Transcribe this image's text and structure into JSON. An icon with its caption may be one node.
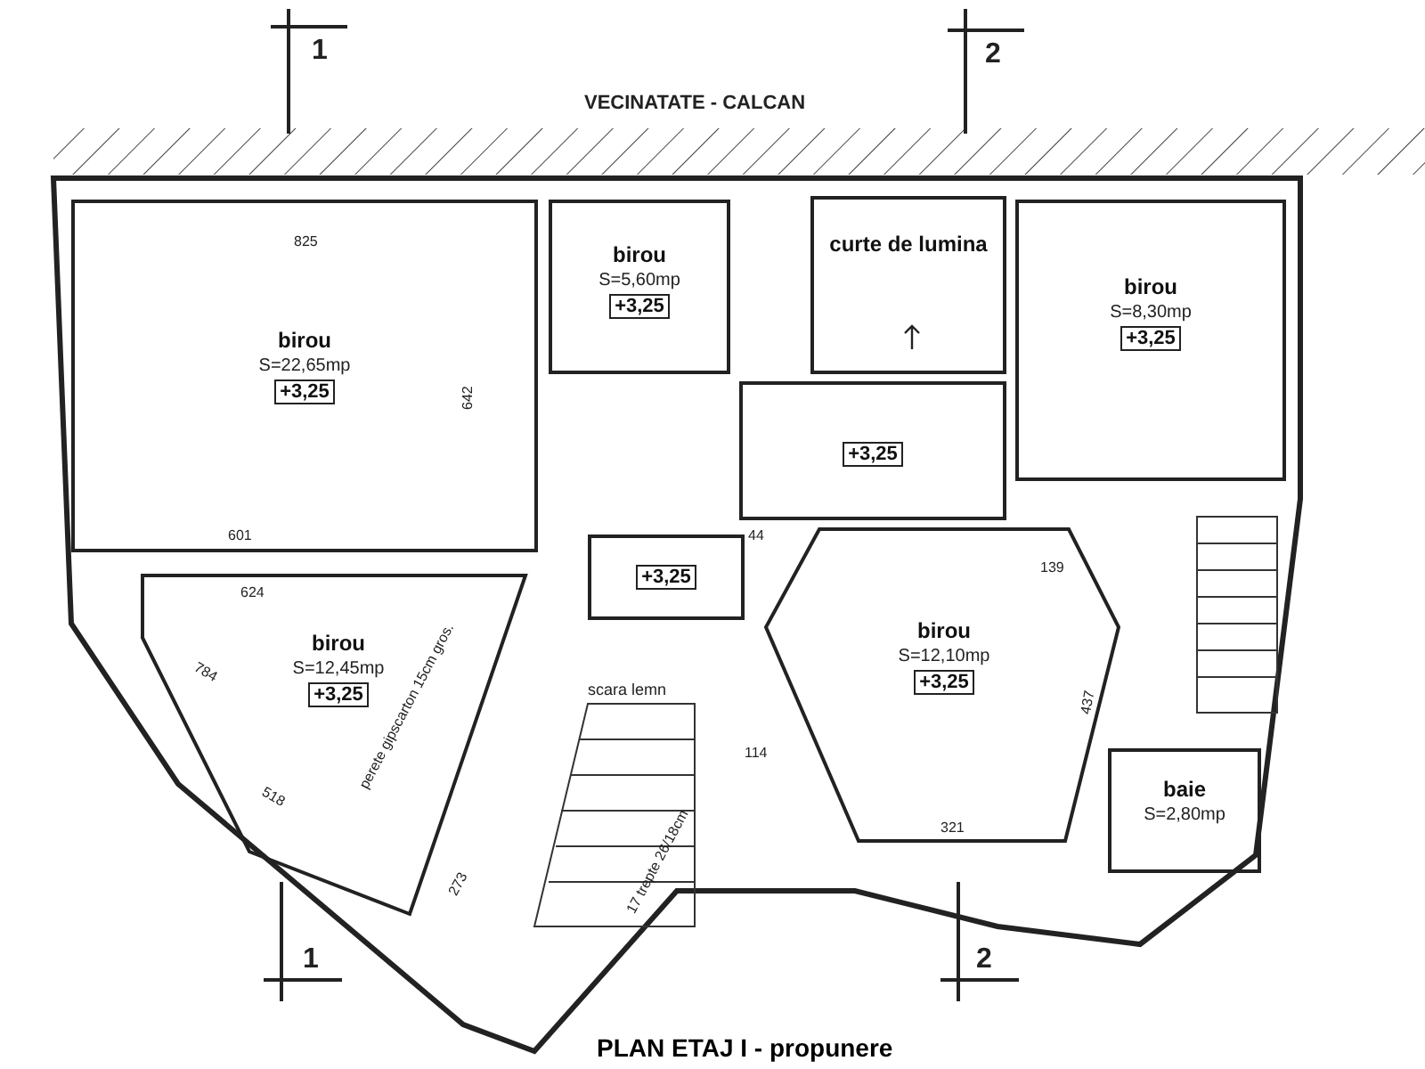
{
  "diagram": {
    "title": "PLAN ETAJ I - propunere",
    "nodes": [
      {
        "text": [
          "birou",
          "S=22,65mp",
          "+3,25"
        ]
      },
      {
        "text": [
          "birou",
          "S=5,60mp",
          "+3,25"
        ]
      },
      {
        "text": [
          "curte de lumina"
        ]
      },
      {
        "text": [
          "birou",
          "S=8,30mp",
          "+3,25"
        ]
      },
      {
        "text": [
          "+3,25"
        ]
      },
      {
        "text": [
          "birou",
          "S=12,45mp",
          "+3,25"
        ]
      },
      {
        "text": [
          "+3,25"
        ]
      },
      {
        "text": [
          "birou",
          "S=12,10mp",
          "+3,25"
        ]
      },
      {
        "text": [
          "baie",
          "S=2,80mp"
        ]
      }
    ],
    "labels": [
      "1",
      "2",
      "VECINATATE - CALCAN",
      "825",
      "642",
      "601",
      "624",
      "44",
      "139",
      "784",
      "437",
      "518",
      "114",
      "321",
      "scara lemn",
      "perete gipscarton 15cm gros.",
      "273",
      "17 trepte 26/18cm",
      "1",
      "2"
    ]
  }
}
